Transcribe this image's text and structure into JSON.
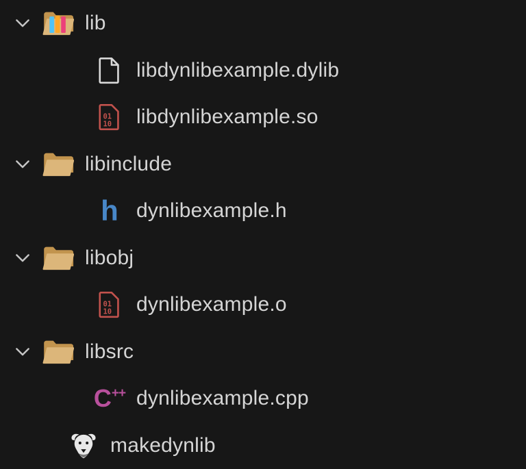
{
  "colors": {
    "background": "#171717",
    "label_text": "#d5d5d5",
    "chevron": "#c5c5c5",
    "folder_front": "#dcb67a",
    "folder_back": "#c2944e",
    "book_blue": "#4fc3f7",
    "book_orange": "#ffa726",
    "book_pink": "#ec407a",
    "blank_file_outline": "#d8d8d8",
    "binary_red": "#c2524d",
    "header_blue": "#4887c8",
    "cpp_magenta": "#b8509c",
    "gnu_light": "#e8e8e8"
  },
  "icons": {
    "chevron_name": "chevron-down",
    "header_glyph": "h",
    "cpp_glyph_c": "C",
    "cpp_glyph_plus": "++",
    "binary_digits_top": "01",
    "binary_digits_bottom": "10"
  },
  "tree": [
    {
      "type": "folder",
      "label": "lib",
      "icon": "lib-folder-icon",
      "expanded": true,
      "children": [
        {
          "type": "file",
          "label": "libdynlibexample.dylib",
          "icon": "blank-file-icon"
        },
        {
          "type": "file",
          "label": "libdynlibexample.so",
          "icon": "binary-file-icon"
        }
      ]
    },
    {
      "type": "folder",
      "label": "libinclude",
      "icon": "folder-icon",
      "expanded": true,
      "children": [
        {
          "type": "file",
          "label": "dynlibexample.h",
          "icon": "header-file-icon"
        }
      ]
    },
    {
      "type": "folder",
      "label": "libobj",
      "icon": "folder-icon",
      "expanded": true,
      "children": [
        {
          "type": "file",
          "label": "dynlibexample.o",
          "icon": "binary-file-icon"
        }
      ]
    },
    {
      "type": "folder",
      "label": "libsrc",
      "icon": "folder-icon",
      "expanded": true,
      "children": [
        {
          "type": "file",
          "label": "dynlibexample.cpp",
          "icon": "cpp-file-icon"
        }
      ]
    },
    {
      "type": "file",
      "label": "makedynlib",
      "icon": "makefile-gnu-icon"
    }
  ]
}
